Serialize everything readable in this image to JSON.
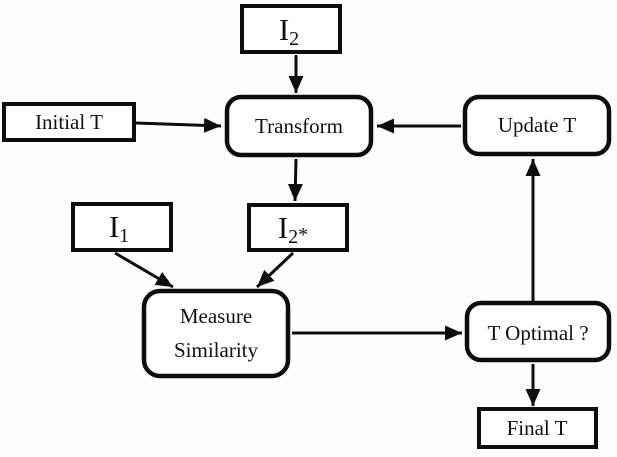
{
  "diagram": {
    "type": "flowchart",
    "background_color": "#fdfdfd",
    "line_color": "#0d0d0d",
    "box_fill": "#ffffff",
    "nodes": {
      "i2": {
        "base": "I",
        "sub": "2"
      },
      "initial_t": {
        "label": "Initial T"
      },
      "transform": {
        "label": "Transform"
      },
      "update_t": {
        "label": "Update T"
      },
      "i1": {
        "base": "I",
        "sub": "1"
      },
      "i2star": {
        "base": "I",
        "sub": "2",
        "star": "*"
      },
      "measure_similarity": {
        "line1": "Measure",
        "line2": "Similarity"
      },
      "t_optimal": {
        "label": "T Optimal ?"
      },
      "final_t": {
        "label": "Final T"
      }
    },
    "edges": [
      {
        "from": "I2",
        "to": "Transform"
      },
      {
        "from": "Initial T",
        "to": "Transform"
      },
      {
        "from": "Update T",
        "to": "Transform"
      },
      {
        "from": "Transform",
        "to": "I2*"
      },
      {
        "from": "I1",
        "to": "Measure Similarity"
      },
      {
        "from": "I2*",
        "to": "Measure Similarity"
      },
      {
        "from": "Measure Similarity",
        "to": "T Optimal ?"
      },
      {
        "from": "T Optimal ?",
        "to": "Update T"
      },
      {
        "from": "T Optimal ?",
        "to": "Final T"
      }
    ]
  }
}
